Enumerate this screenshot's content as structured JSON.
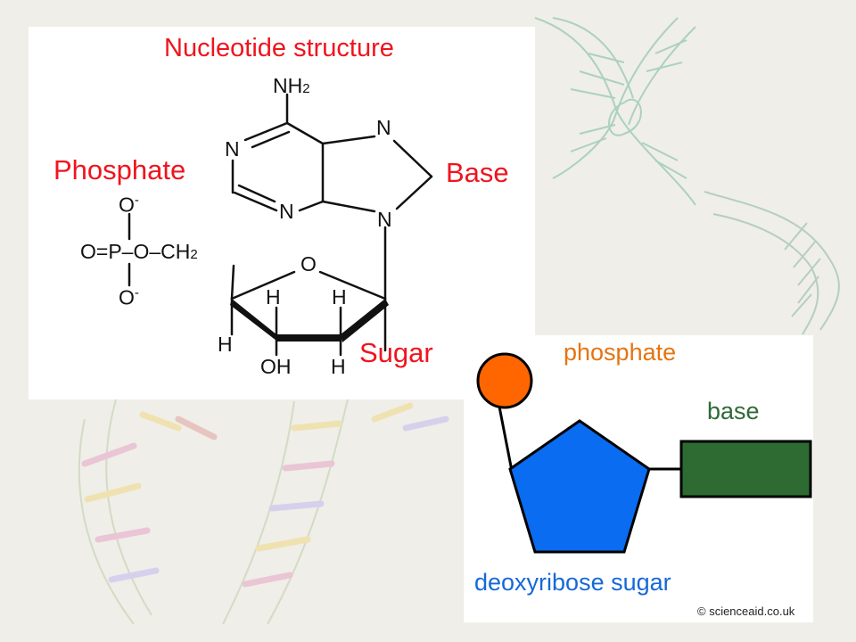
{
  "structure": {
    "title": "Nucleotide structure",
    "labels": {
      "phosphate": "Phosphate",
      "base": "Base",
      "sugar": "Sugar"
    },
    "atoms": {
      "nh2": "NH",
      "nh2_sub": "2",
      "n": "N",
      "o": "O",
      "o_minus": "-",
      "p": "P",
      "eq": "=",
      "dash": "–",
      "ch2": "CH",
      "ch2_sub": "2",
      "h": "H",
      "oh": "OH"
    }
  },
  "simple": {
    "phosphate": "phosphate",
    "base": "base",
    "sugar": "deoxyribose sugar",
    "copyright": "© scienceaid.co.uk",
    "colors": {
      "phosphate": "#ff6600",
      "base": "#2d6b32",
      "sugar": "#0a6cf0",
      "sugar_label": "#1569d6",
      "phosphate_label": "#e57411",
      "base_label": "#2f6a36"
    }
  },
  "colors": {
    "accent_red": "#f0141e",
    "background": "#efeee8"
  }
}
